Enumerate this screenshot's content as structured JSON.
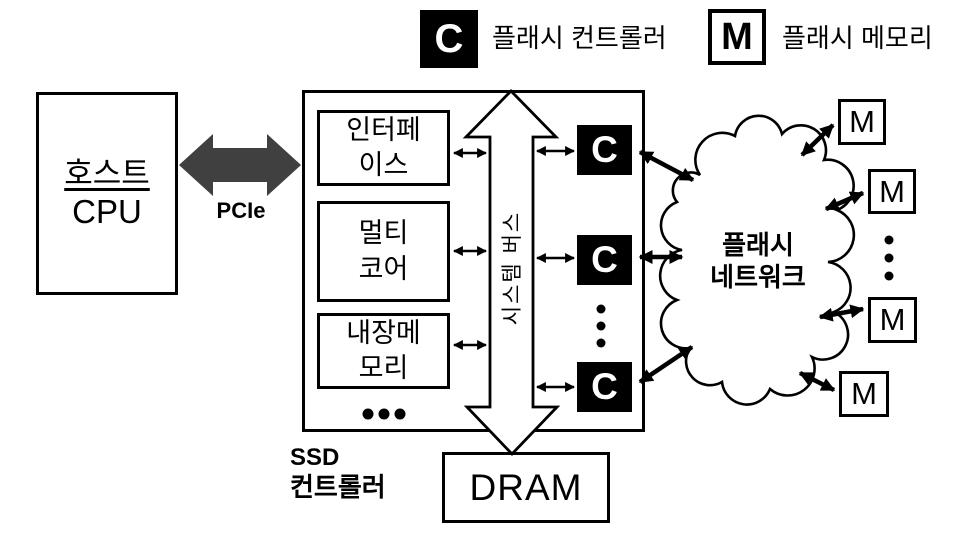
{
  "legend": {
    "controller": {
      "symbol": "C",
      "label": "플래시 컨트롤러"
    },
    "memory": {
      "symbol": "M",
      "label": "플래시 메모리"
    }
  },
  "host": {
    "line1": "호스트",
    "line2": "CPU"
  },
  "pcie": {
    "label": "PCIe"
  },
  "ssd_controller": {
    "caption_line1": "SSD",
    "caption_line2": "컨트롤러",
    "modules": [
      {
        "line1": "인터페",
        "line2": "이스"
      },
      {
        "line1": "멀티",
        "line2": "코어"
      },
      {
        "line1": "내장메",
        "line2": "모리"
      }
    ],
    "bus_label": "시스템 버스",
    "flash_controllers": [
      "C",
      "C",
      "C"
    ]
  },
  "dram": {
    "label": "DRAM"
  },
  "flash_network": {
    "line1": "플래시",
    "line2": "네트워크"
  },
  "flash_memories": [
    "M",
    "M",
    "M",
    "M"
  ],
  "colors": {
    "ink": "#000000",
    "pcie_arrow": "#404040"
  }
}
